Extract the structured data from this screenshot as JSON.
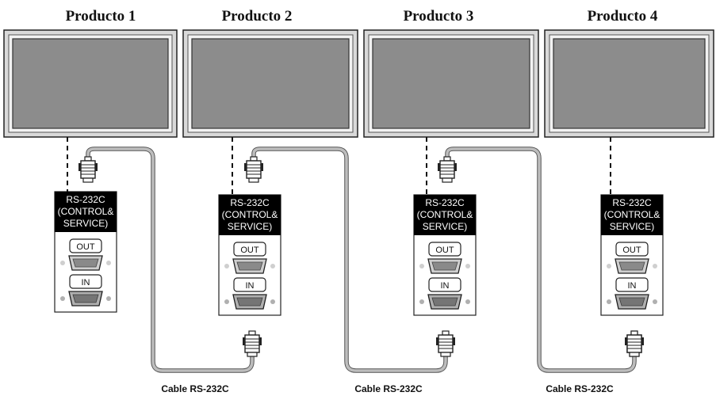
{
  "products": [
    {
      "title": "Producto 1",
      "panel_lines": [
        "RS-232C",
        "(CONTROL&",
        "SERVICE)"
      ],
      "out_label": "OUT",
      "in_label": "IN"
    },
    {
      "title": "Producto 2",
      "panel_lines": [
        "RS-232C",
        "(CONTROL&",
        "SERVICE)"
      ],
      "out_label": "OUT",
      "in_label": "IN"
    },
    {
      "title": "Producto 3",
      "panel_lines": [
        "RS-232C",
        "(CONTROL&",
        "SERVICE)"
      ],
      "out_label": "OUT",
      "in_label": "IN"
    },
    {
      "title": "Producto 4",
      "panel_lines": [
        "RS-232C",
        "(CONTROL&",
        "SERVICE)"
      ],
      "out_label": "OUT",
      "in_label": "IN"
    }
  ],
  "cables": [
    {
      "label": "Cable RS-232C"
    },
    {
      "label": "Cable RS-232C"
    },
    {
      "label": "Cable RS-232C"
    }
  ],
  "colors": {
    "screen": "#8c8c8c",
    "bezel": "#d9d9d9",
    "cable": "#bdbdbd",
    "panel_header": "#000000"
  }
}
